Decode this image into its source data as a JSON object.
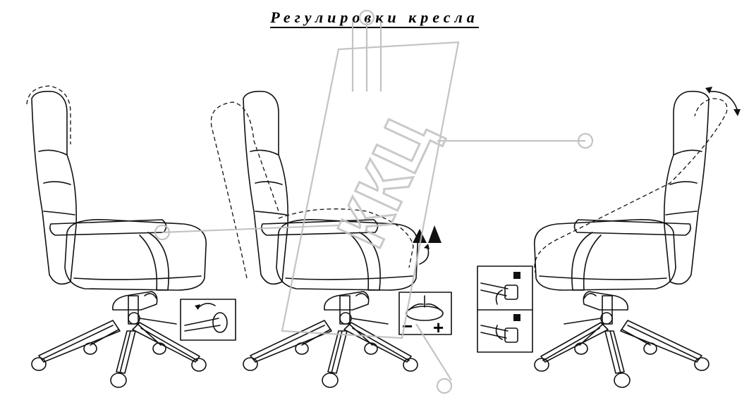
{
  "title": "Регулировки кресла",
  "watermark_text": "ККЦ",
  "figures": [
    {
      "name": "headrest-height-adjustment",
      "inset": "seat-lever-rotation"
    },
    {
      "name": "seat-tilt-tension-adjustment",
      "inset": "tension-knob",
      "inset_signs": {
        "minus": "−",
        "plus": "+"
      }
    },
    {
      "name": "backrest-tilt-lock",
      "inset": "lock-unlock-lever"
    }
  ]
}
